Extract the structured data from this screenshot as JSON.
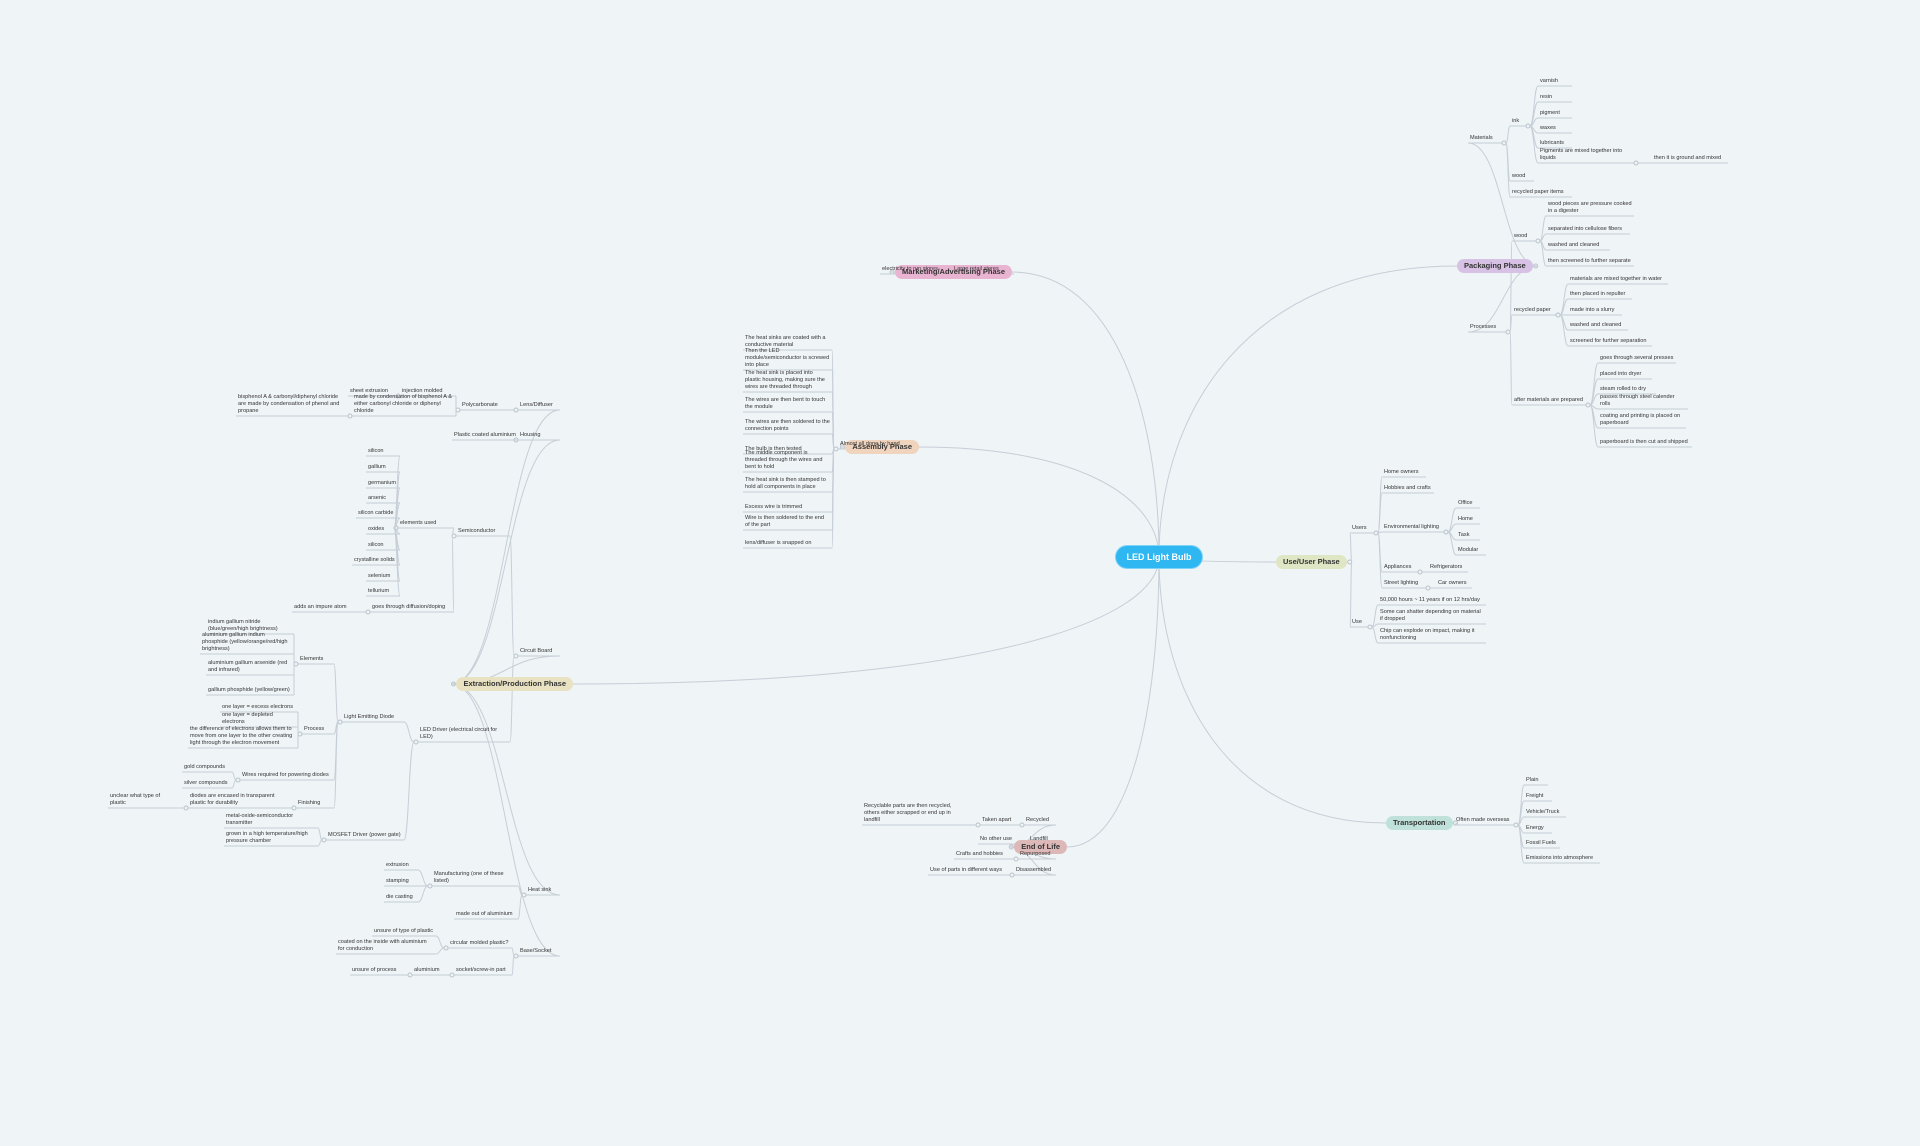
{
  "root": {
    "label": "LED Light Bulb",
    "color": "#2fb7f2"
  },
  "branches": [
    {
      "id": "marketing",
      "label": "Marketing/Advertising Phase",
      "color": "#e8b4d2",
      "children": [
        {
          "id": "m1",
          "label": "Large retail stores",
          "children": [
            {
              "id": "m1a",
              "label": "electricity to run stores"
            }
          ]
        }
      ]
    },
    {
      "id": "assembly",
      "label": "Assembly Phase",
      "color": "#f0d4bd",
      "children": [
        {
          "id": "a1",
          "label": "Almost all done by hand",
          "children": [
            {
              "id": "a1a",
              "label": "The heat sinks are coated with a conductive material"
            },
            {
              "id": "a1b",
              "label": "Then the LED module/semiconductor is screwed into place"
            },
            {
              "id": "a1c",
              "label": "The heat sink is placed into plastic housing, making sure the wires are threaded through"
            },
            {
              "id": "a1d",
              "label": "The wires are then bent to touch the module"
            },
            {
              "id": "a1e",
              "label": "The wires are then soldered to the connection points"
            },
            {
              "id": "a1f",
              "label": "The bulb is then tested"
            },
            {
              "id": "a1g",
              "label": "The middle component is threaded through the wires and bent to hold"
            },
            {
              "id": "a1h",
              "label": "The heat sink is then stamped to hold all components in place"
            },
            {
              "id": "a1i",
              "label": "Excess wire is trimmed"
            },
            {
              "id": "a1j",
              "label": "Wire is then soldered to the end of the part"
            },
            {
              "id": "a1k",
              "label": "lens/diffuser is snapped on"
            }
          ]
        }
      ]
    },
    {
      "id": "extraction",
      "label": "Extraction/Production Phase",
      "color": "#e8e2c2",
      "children": [
        {
          "id": "e1",
          "label": "Lens/Diffuser",
          "children": [
            {
              "id": "e1a",
              "label": "Polycarbonate",
              "children": [
                {
                  "id": "e1a1",
                  "label": "injection molded",
                  "children": [
                    {
                      "id": "e1a1a",
                      "label": "sheet extrusion"
                    }
                  ]
                },
                {
                  "id": "e1a2",
                  "label": "made by condensation of bisphenol A & either carbonyl chloride or diphenyl chloride",
                  "children": [
                    {
                      "id": "e1a2a",
                      "label": "bisphenol A & carbonyl/diphenyl chloride are made by condensation of phenol and propane"
                    }
                  ]
                }
              ]
            }
          ]
        },
        {
          "id": "e2",
          "label": "Housing",
          "children": [
            {
              "id": "e2a",
              "label": "Plastic coated aluminium"
            }
          ]
        },
        {
          "id": "e3",
          "label": "Circuit Board",
          "children": [
            {
              "id": "e3a",
              "label": "Semiconductor",
              "children": [
                {
                  "id": "e3a1",
                  "label": "elements used",
                  "children": [
                    {
                      "id": "s1",
                      "label": "silicon"
                    },
                    {
                      "id": "s2",
                      "label": "gallium"
                    },
                    {
                      "id": "s3",
                      "label": "germanium"
                    },
                    {
                      "id": "s4",
                      "label": "arsenic"
                    },
                    {
                      "id": "s5",
                      "label": "silicon carbide"
                    },
                    {
                      "id": "s6",
                      "label": "oxides"
                    },
                    {
                      "id": "s7",
                      "label": "silicon"
                    },
                    {
                      "id": "s8",
                      "label": "crystalline solids"
                    },
                    {
                      "id": "s9",
                      "label": "selenium"
                    },
                    {
                      "id": "s10",
                      "label": "tellurium"
                    }
                  ]
                },
                {
                  "id": "e3a2",
                  "label": "goes through diffusion/doping",
                  "children": [
                    {
                      "id": "e3a2a",
                      "label": "adds an impure atom"
                    }
                  ]
                }
              ]
            },
            {
              "id": "e3b",
              "label": "LED Driver (electrical circuit for LED)",
              "children": [
                {
                  "id": "led",
                  "label": "Light Emitting Diode",
                  "children": [
                    {
                      "id": "el",
                      "label": "Elements",
                      "children": [
                        {
                          "id": "el1",
                          "label": "indium gallium nitride (blue/green/high brightness)"
                        },
                        {
                          "id": "el2",
                          "label": "aluminium gallium indium phosphide (yellow/orange/red/high brightness)"
                        },
                        {
                          "id": "el3",
                          "label": "aluminium gallium arsenide (red and infrared)"
                        },
                        {
                          "id": "el4",
                          "label": "gallium phosphide (yellow/green)"
                        }
                      ]
                    },
                    {
                      "id": "pr",
                      "label": "Process",
                      "children": [
                        {
                          "id": "pr1",
                          "label": "one layer = excess electrons"
                        },
                        {
                          "id": "pr2",
                          "label": "one layer = depleted electrons"
                        },
                        {
                          "id": "pr3",
                          "label": "the difference of electrons allows them to move from one layer to the other creating light through the electron movement"
                        }
                      ]
                    },
                    {
                      "id": "wr",
                      "label": "Wires required for powering diodes",
                      "children": [
                        {
                          "id": "wr1",
                          "label": "gold compounds"
                        },
                        {
                          "id": "wr2",
                          "label": "silver compounds"
                        }
                      ]
                    },
                    {
                      "id": "fi",
                      "label": "Finishing",
                      "children": [
                        {
                          "id": "fi1",
                          "label": "diodes are encased in transparent plastic for durability",
                          "children": [
                            {
                              "id": "fi1a",
                              "label": "unclear what type of plastic"
                            }
                          ]
                        }
                      ]
                    }
                  ]
                },
                {
                  "id": "mos",
                  "label": "MOSFET Driver (power gate)",
                  "children": [
                    {
                      "id": "mos1",
                      "label": "metal-oxide-semiconductor transmitter"
                    },
                    {
                      "id": "mos2",
                      "label": "grown in a high temperature/high pressure chamber"
                    }
                  ]
                }
              ]
            }
          ]
        },
        {
          "id": "e4",
          "label": "Heat sink",
          "children": [
            {
              "id": "e4a",
              "label": "Manufacturing (one of these listed)",
              "children": [
                {
                  "id": "e4a1",
                  "label": "extrusion"
                },
                {
                  "id": "e4a2",
                  "label": "stamping"
                },
                {
                  "id": "e4a3",
                  "label": "die casting"
                }
              ]
            },
            {
              "id": "e4b",
              "label": "made out of aluminium"
            }
          ]
        },
        {
          "id": "e5",
          "label": "Base/Socket",
          "children": [
            {
              "id": "e5a",
              "label": "circular molded plastic?",
              "children": [
                {
                  "id": "e5a1",
                  "label": "unsure of type of plastic"
                },
                {
                  "id": "e5a2",
                  "label": "coated on the inside with aluminium for conduction"
                }
              ]
            },
            {
              "id": "e5b",
              "label": "socket/screw-in part",
              "children": [
                {
                  "id": "e5b1",
                  "label": "aluminium",
                  "children": [
                    {
                      "id": "e5b1a",
                      "label": "unsure of process"
                    }
                  ]
                }
              ]
            }
          ]
        }
      ]
    },
    {
      "id": "endlife",
      "label": "End of Life",
      "color": "#ddb8b8",
      "children": [
        {
          "id": "l1",
          "label": "Recycled",
          "children": [
            {
              "id": "l1a",
              "label": "Taken apart",
              "children": [
                {
                  "id": "l1a1",
                  "label": "Recyclable parts are then recycled, others either scrapped or end up in landfill"
                }
              ]
            }
          ]
        },
        {
          "id": "l2",
          "label": "Landfill",
          "children": [
            {
              "id": "l2a",
              "label": "No other use"
            }
          ]
        },
        {
          "id": "l3",
          "label": "Repurposed",
          "children": [
            {
              "id": "l3a",
              "label": "Crafts and hobbies"
            }
          ]
        },
        {
          "id": "l4",
          "label": "Disassembled",
          "children": [
            {
              "id": "l4a",
              "label": "Use of parts in different ways"
            }
          ]
        }
      ]
    },
    {
      "id": "packaging",
      "label": "Packaging Phase",
      "color": "#d7c2e6",
      "children": [
        {
          "id": "p1",
          "label": "Materials",
          "children": [
            {
              "id": "p1a",
              "label": "ink",
              "children": [
                {
                  "id": "p1a1",
                  "label": "varnish"
                },
                {
                  "id": "p1a2",
                  "label": "resin"
                },
                {
                  "id": "p1a3",
                  "label": "pigment"
                },
                {
                  "id": "p1a4",
                  "label": "waxes"
                },
                {
                  "id": "p1a5",
                  "label": "lubricants"
                },
                {
                  "id": "p1a6",
                  "label": "Pigments are mixed together into liquids",
                  "children": [
                    {
                      "id": "p1a6a",
                      "label": "then it is ground and mixed"
                    }
                  ]
                }
              ]
            },
            {
              "id": "p1b",
              "label": "wood"
            },
            {
              "id": "p1c",
              "label": "recycled paper items"
            }
          ]
        },
        {
          "id": "p2",
          "label": "Processes",
          "children": [
            {
              "id": "p2a",
              "label": "wood",
              "children": [
                {
                  "id": "p2a1",
                  "label": "wood pieces are pressure cooked in a digester"
                },
                {
                  "id": "p2a2",
                  "label": "separated into cellulose fibers"
                },
                {
                  "id": "p2a3",
                  "label": "washed and cleaned"
                },
                {
                  "id": "p2a4",
                  "label": "then screened to further separate"
                }
              ]
            },
            {
              "id": "p2b",
              "label": "recycled paper",
              "children": [
                {
                  "id": "p2b1",
                  "label": "materials are mixed together in water"
                },
                {
                  "id": "p2b2",
                  "label": "then placed in repulter"
                },
                {
                  "id": "p2b3",
                  "label": "made into a slurry"
                },
                {
                  "id": "p2b4",
                  "label": "washed and cleaned"
                },
                {
                  "id": "p2b5",
                  "label": "screened for further separation"
                }
              ]
            },
            {
              "id": "p2c",
              "label": "after materials are prepared",
              "children": [
                {
                  "id": "p2c1",
                  "label": "goes through several presses"
                },
                {
                  "id": "p2c2",
                  "label": "placed into dryer"
                },
                {
                  "id": "p2c3",
                  "label": "steam rolled to dry"
                },
                {
                  "id": "p2c4",
                  "label": "passes through steel calender rolls"
                },
                {
                  "id": "p2c5",
                  "label": "coating and printing is placed on paperboard"
                },
                {
                  "id": "p2c6",
                  "label": "paperboard is then cut and shipped"
                }
              ]
            }
          ]
        }
      ]
    },
    {
      "id": "use",
      "label": "Use/User Phase",
      "color": "#dfe6c4",
      "children": [
        {
          "id": "u1",
          "label": "Users",
          "children": [
            {
              "id": "u1a",
              "label": "Home owners"
            },
            {
              "id": "u1b",
              "label": "Hobbies and crafts"
            },
            {
              "id": "u1c",
              "label": "Environmental lighting",
              "children": [
                {
                  "id": "u1c1",
                  "label": "Office"
                },
                {
                  "id": "u1c2",
                  "label": "Home"
                },
                {
                  "id": "u1c3",
                  "label": "Task"
                },
                {
                  "id": "u1c4",
                  "label": "Modular"
                }
              ]
            },
            {
              "id": "u1d",
              "label": "Appliances",
              "children": [
                {
                  "id": "u1d1",
                  "label": "Refrigerators"
                }
              ]
            },
            {
              "id": "u1e",
              "label": "Street lighting",
              "children": [
                {
                  "id": "u1e1",
                  "label": "Car owners"
                }
              ]
            }
          ]
        },
        {
          "id": "u2",
          "label": "Use",
          "children": [
            {
              "id": "u2a",
              "label": "50,000 hours ~ 11 years if on 12 hrs/day"
            },
            {
              "id": "u2b",
              "label": "Some can shatter depending on material if dropped"
            },
            {
              "id": "u2c",
              "label": "Chip can explode on impact, making it nonfunctioning"
            }
          ]
        }
      ]
    },
    {
      "id": "transport",
      "label": "Transportation",
      "color": "#bfe1d9",
      "children": [
        {
          "id": "t1",
          "label": "Often made overseas",
          "children": [
            {
              "id": "t1a",
              "label": "Plain"
            },
            {
              "id": "t1b",
              "label": "Freight"
            },
            {
              "id": "t1c",
              "label": "Vehicle/Truck"
            },
            {
              "id": "t1d",
              "label": "Energy"
            },
            {
              "id": "t1e",
              "label": "Fossil Fuels"
            },
            {
              "id": "t1f",
              "label": "Emissions into atmosphere"
            }
          ]
        }
      ]
    }
  ]
}
